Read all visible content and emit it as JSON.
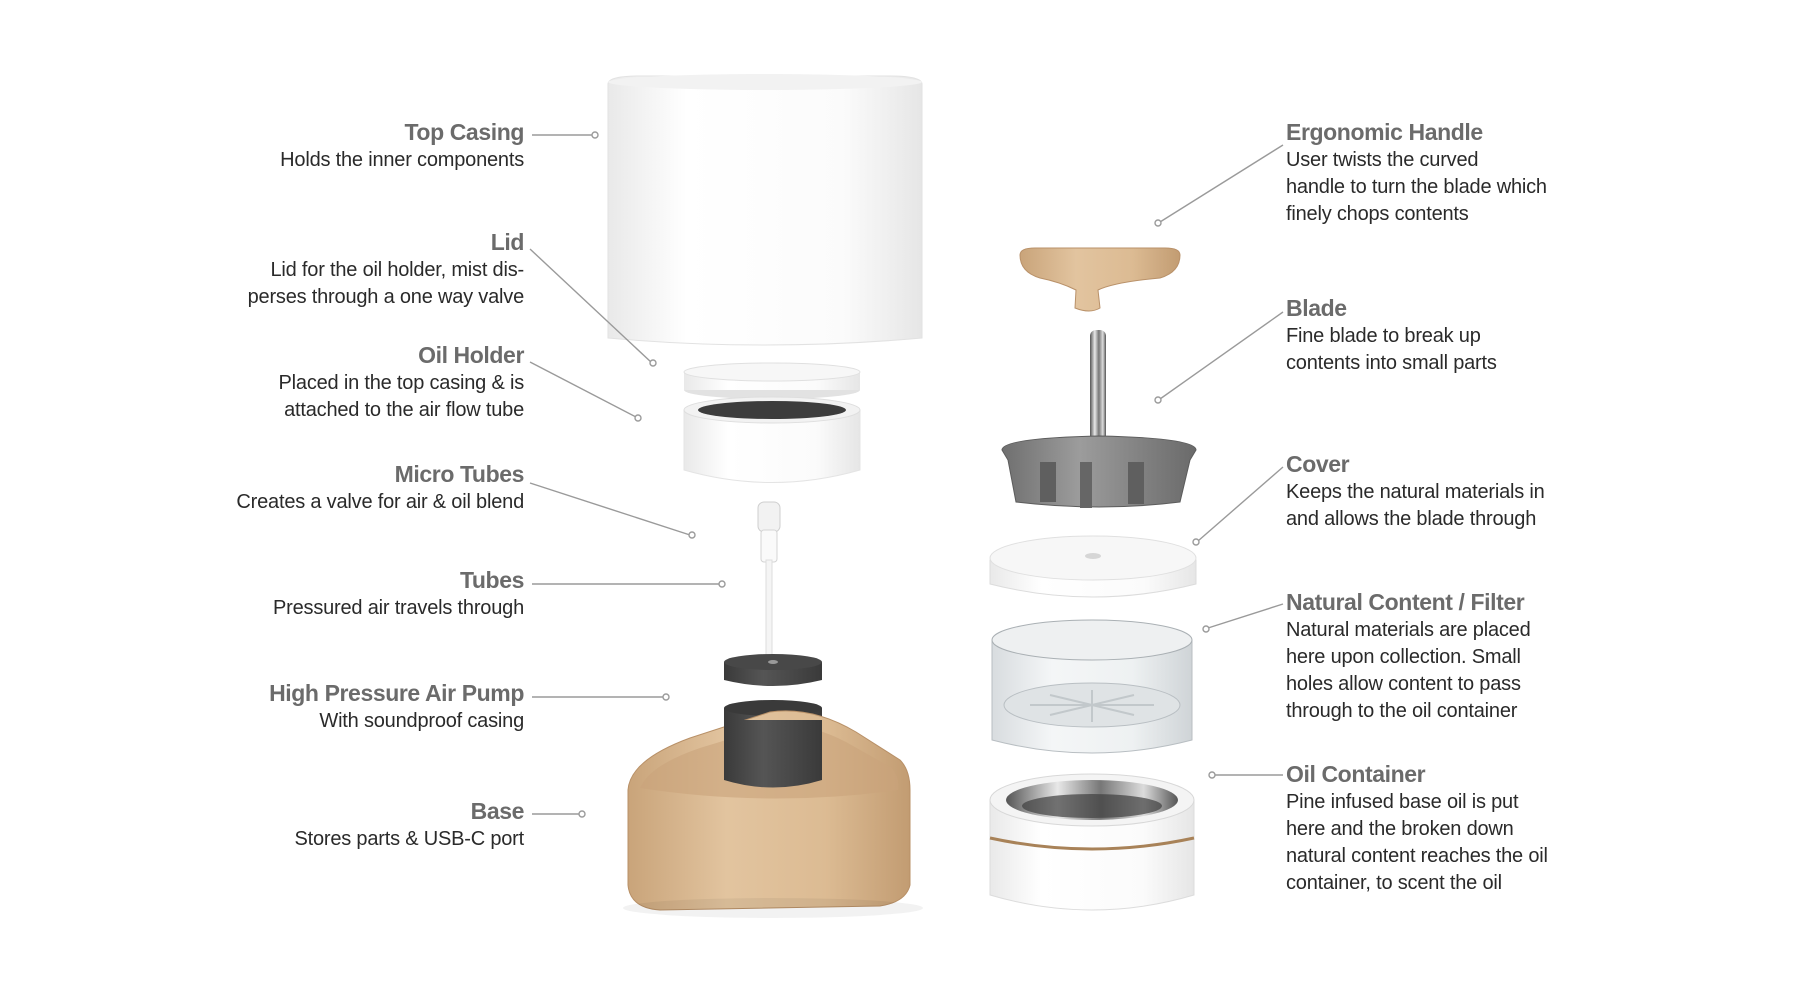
{
  "labels": {
    "top_casing": {
      "title": "Top Casing",
      "desc": "Holds the inner components"
    },
    "lid": {
      "title": "Lid",
      "desc": "Lid for the oil holder, mist dis-\nperses through a one way valve"
    },
    "oil_holder": {
      "title": "Oil Holder",
      "desc": "Placed in the top casing & is\nattached to the air flow tube"
    },
    "micro_tubes": {
      "title": "Micro Tubes",
      "desc": "Creates a valve for air & oil blend"
    },
    "tubes": {
      "title": "Tubes",
      "desc": "Pressured air travels through"
    },
    "air_pump": {
      "title": "High Pressure Air Pump",
      "desc": "With soundproof casing"
    },
    "base": {
      "title": "Base",
      "desc": "Stores parts & USB-C port"
    },
    "handle": {
      "title": "Ergonomic Handle",
      "desc": "User twists the curved\nhandle to turn the blade which\nfinely chops contents"
    },
    "blade": {
      "title": "Blade",
      "desc": "Fine blade to break up\ncontents into small parts"
    },
    "cover": {
      "title": "Cover",
      "desc": "Keeps the natural materials in\nand allows the blade through"
    },
    "filter": {
      "title": "Natural Content / Filter",
      "desc": "Natural materials are placed\nhere upon collection. Small\nholes allow content to pass\nthrough to the oil container"
    },
    "oil_container": {
      "title": "Oil Container",
      "desc": "Pine infused base oil is put\nhere and the broken down\nnatural content reaches the oil\ncontainer, to scent the oil"
    }
  },
  "colors": {
    "title_gray": "#6b6b6b",
    "text_dark": "#2a2a2a",
    "leader_line": "#9a9a9a",
    "wood": "#d9b994",
    "white_part": "#f6f6f6",
    "dark_part": "#4a4a4a",
    "metal": "#8a8a8a"
  }
}
